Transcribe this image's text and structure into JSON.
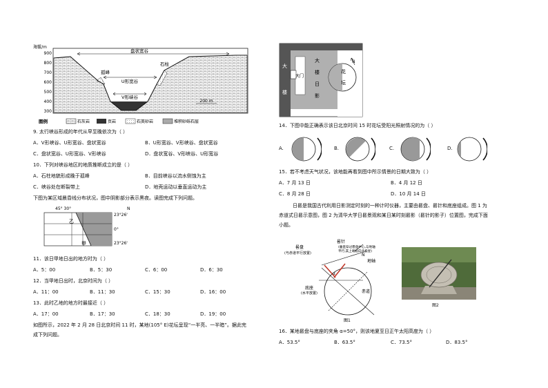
{
  "left": {
    "fig_valley": {
      "ylabel": "海拔/m",
      "yticks": [
        "900",
        "800",
        "700",
        "600",
        "500",
        "400",
        "300"
      ],
      "wide_valley": "盘状宽谷",
      "pillar": "石柱",
      "peak": "孤峰",
      "u_valley": "U形宽谷",
      "v_valley": "V形峡谷",
      "scale": "200 m",
      "legend_title": "图例",
      "legend": [
        "石灰岩",
        "页岩",
        "石英砂岩",
        "堆积砂砾石层"
      ]
    },
    "q9": {
      "stem": "9.  太行峡谷形成的年代从早至晚依次为（     ）",
      "A": "A．V形峡谷、U形宽谷、盘状宽谷",
      "B": "B．U形宽谷、V形峡谷、盘状宽谷",
      "C": "C．盘状宽谷、U形宽谷、V形峡谷",
      "D": "D．盘状宽谷、V形峡谷、U形宽谷"
    },
    "q10": {
      "stem": "10．下列对峡谷地区的地质推断成立的是（     ）",
      "A": "A．石柱地貌形成晚于孤峰",
      "B": "B．目前峡谷以流水侧蚀为主",
      "C": "C．峡谷处在断裂带上",
      "D": "D．地壳运动以垂直运动为主"
    },
    "intro_b": "下图为某区域晨昏线分布状况，图中阴影部分表示黑夜。读图完成下列问题。",
    "fig_grid": {
      "lon": "45°  30°",
      "n": "N",
      "lat1": "23°26'",
      "lat0": "0°",
      "lat2": "23°26'",
      "yi": "乙",
      "jia": "甲"
    },
    "q11": {
      "stem": "11．该日甲地日出的地方时为（     ）",
      "A": "A．5：00",
      "B": "B．5：30",
      "C": "C．6：00",
      "D": "D．6：30"
    },
    "q12": {
      "stem": "12．当甲地日出时，北京时间为（     ）",
      "A": "A．11：00",
      "B": "B．11：30",
      "C": "C．15：30",
      "D": "D．16：00"
    },
    "q13": {
      "stem": "13．此时乙地的地方时最接近（     ）",
      "A": "A．17：00",
      "B": "B．17：30",
      "C": "C．18：30",
      "D": "D．19：00"
    },
    "intro_c1": "如图所示，2022 年 2 月 28 日北京时间 11 时，某地(105° E)花坛呈现“一半亮、一半暗”。据此完",
    "intro_c2": "成下列问题。"
  },
  "right": {
    "fig_building": {
      "c1": "大",
      "c2": "楼",
      "door": "大门",
      "b1": "大",
      "b2": "楼",
      "b3": "日",
      "b4": "影",
      "f1": "花",
      "f2": "坛",
      "n": "N"
    },
    "q14": {
      "stem": "14．下图中能正确表示该日北京时间 15 时花坛受阳光照射情况的为（     ）",
      "A": "A.",
      "B": "B.",
      "C": "C.",
      "D": "D."
    },
    "q15": {
      "stem": "15．若不考虑天气状况，该地能再看到图中所示情景的日期大致为（     ）",
      "A": "A．7 月 13 日",
      "B": "B．4 月 12 日",
      "C": "C．8 月 28 日",
      "D": "D．10 月 14 日"
    },
    "intro_d1": "日晷是我国古代利用日影测定时刻的一种计时仪器，主要由晷盘、晷针和底座组成。图 1 为",
    "intro_d2": "赤道式日晷示意图，图 2 为清华大学日晷景观和某日某时刻晷影（晷针的影子）位置图，完成下面",
    "intro_d3": "小题。",
    "fig_sundial": {
      "dial": "晷盘",
      "dial_note": "(与赤道平行放置)",
      "needle": "晷针",
      "needle_note1": "(垂直穿过晷盘中心,与地轴",
      "needle_note2": "平行,其上端指向北极星)",
      "axis": "地轴",
      "n": "N",
      "alpha": "α",
      "equator": "赤道",
      "base": "底座",
      "base_note": "(水平放置)",
      "fig1": "图1",
      "fig2": "图2"
    },
    "q16": {
      "stem": "16．某地晷盘与底座的夹角 α=50°，则该地夏至日正午太阳高度为（     ）",
      "A": "A．53.5°",
      "B": "B．63.5°",
      "C": "C．73.5°",
      "D": "D．83.5°"
    }
  }
}
